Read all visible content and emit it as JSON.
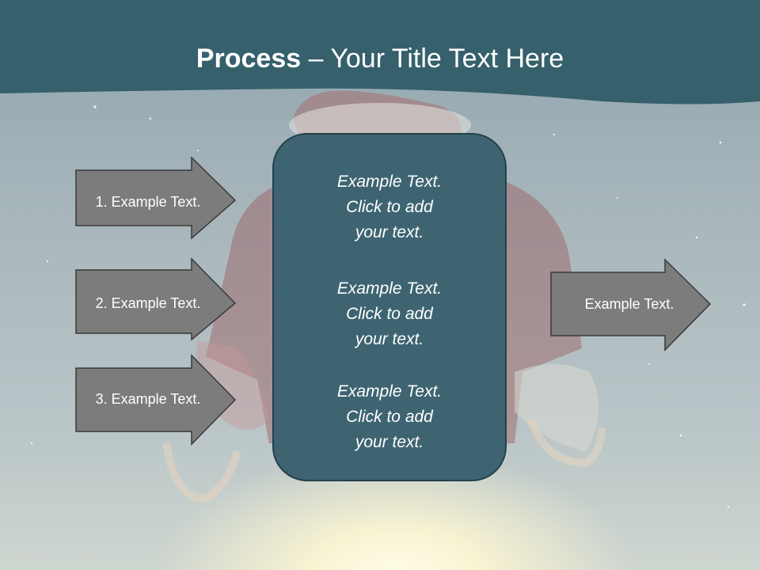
{
  "title": {
    "bold": "Process",
    "rest": " – Your Title Text Here"
  },
  "left_steps": [
    {
      "label": "1. Example Text."
    },
    {
      "label": "2. Example Text."
    },
    {
      "label": "3. Example Text."
    }
  ],
  "center_blocks": [
    {
      "line1": "Example Text.",
      "line2": "Click  to add",
      "line3": "your text."
    },
    {
      "line1": "Example Text.",
      "line2": "Click  to add",
      "line3": "your text."
    },
    {
      "line1": "Example Text.",
      "line2": "Click  to add",
      "line3": "your text."
    }
  ],
  "right_step": {
    "label": "Example Text."
  },
  "colors": {
    "header": "#36606b",
    "center_box": "#3e6472",
    "arrow_fill": "#7c7c7c",
    "arrow_stroke": "#3a3a3a"
  }
}
